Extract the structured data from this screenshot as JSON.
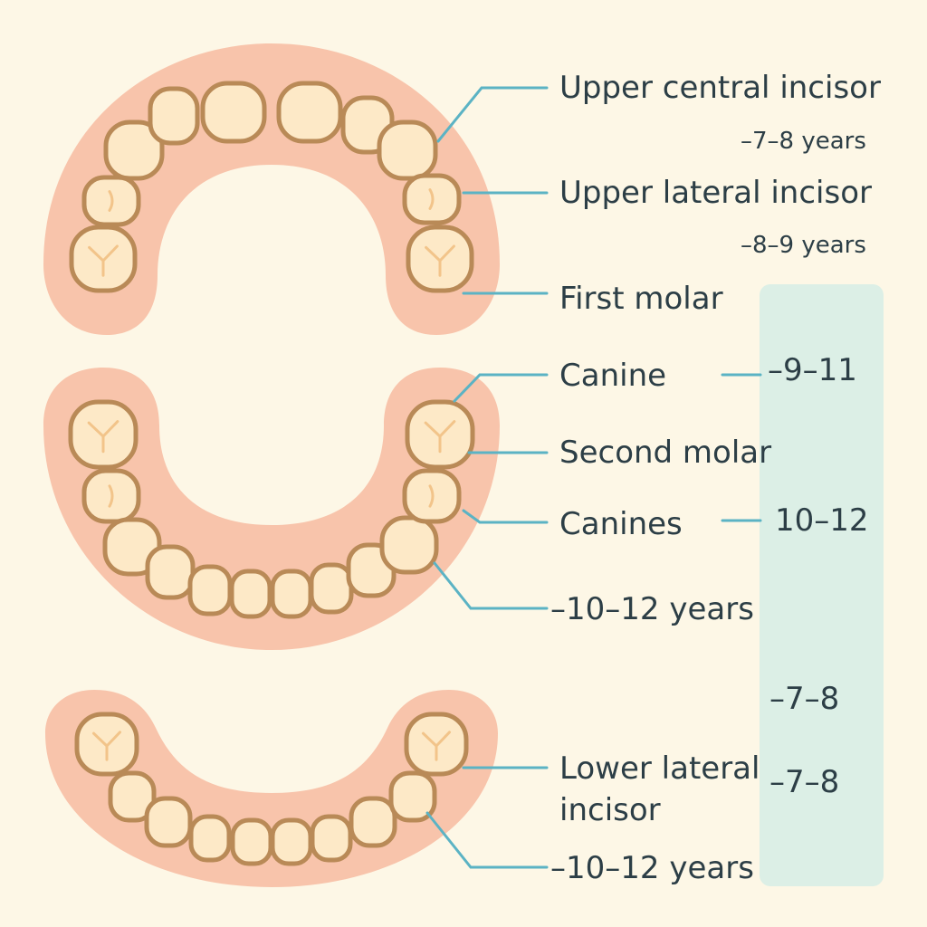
{
  "colors": {
    "background": "#fdf7e6",
    "gum": "#f8c4ab",
    "tooth_fill": "#fde9c7",
    "tooth_outline": "#b98a57",
    "crease": "#f2c48a",
    "leader": "#5bb3c4",
    "text": "#2c3e46",
    "bar": "#dcefe6"
  },
  "labels": {
    "upper_central": "Upper central incisor",
    "upper_central_age": "–7–8 years",
    "upper_lateral": "Upper lateral incisor",
    "upper_lateral_age": "–8–9 years",
    "first_molar": "First molar",
    "canine": "Canine",
    "canine_age": "–9–11",
    "second_molar": "Second molar",
    "canines": "Canines",
    "canines_age": "10–12",
    "middle_age": "–10–12 years",
    "bar_age_a": "–7–8",
    "lower_lateral_line1": "Lower lateral",
    "lower_lateral_line2": "incisor",
    "lower_lateral_age": "–7–8",
    "bottom_age": "–10–12 years"
  }
}
